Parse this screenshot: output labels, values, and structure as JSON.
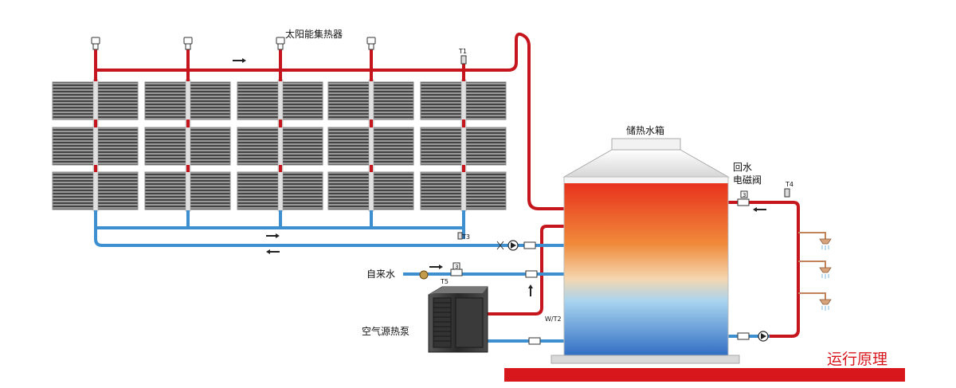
{
  "labels": {
    "collector": "太阳能集热器",
    "tank": "储热水箱",
    "return_valve_line1": "回水",
    "return_valve_line2": "电磁阀",
    "tap_water": "自来水",
    "heat_pump": "空气源热泵",
    "t1": "T1",
    "t3": "T3",
    "t4": "T4",
    "t5": "T5",
    "wt2": "W/T2",
    "valve_mark_tap": "3",
    "valve_mark_return": "3"
  },
  "banner_title": "运行原理",
  "colors": {
    "hot_pipe": "#c5161d",
    "cold_pipe": "#3d8fd0",
    "banner": "#d7171c",
    "panel_dark": "#3a3a3a",
    "tank_top": "#e14a22",
    "tank_bottom": "#3477c8"
  },
  "icons": [
    "air-vent-icon",
    "flow-arrow-icon",
    "pump-icon",
    "valve-icon",
    "shower-head-icon",
    "thermometer-sensor-icon",
    "heat-pump-fan-icon"
  ]
}
